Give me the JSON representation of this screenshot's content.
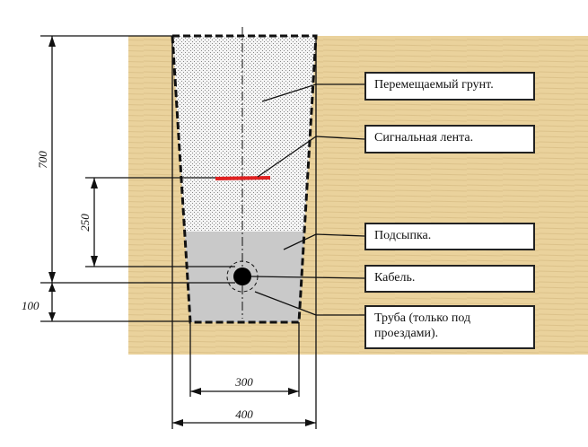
{
  "labels": {
    "soil": "Перемещаемый грунт.",
    "tape": "Сигнальная лента.",
    "bedding": "Подсыпка.",
    "cable": "Кабель.",
    "pipe": "Труба (только под проездами)."
  },
  "dimensions": {
    "depth_total": "700",
    "tape_depth": "250",
    "cable_bedding": "100",
    "bottom_width": "300",
    "top_width": "400"
  },
  "colors": {
    "ground": "#e9d3a0",
    "tape": "#e02020",
    "bedding": "#c8c8c8"
  }
}
